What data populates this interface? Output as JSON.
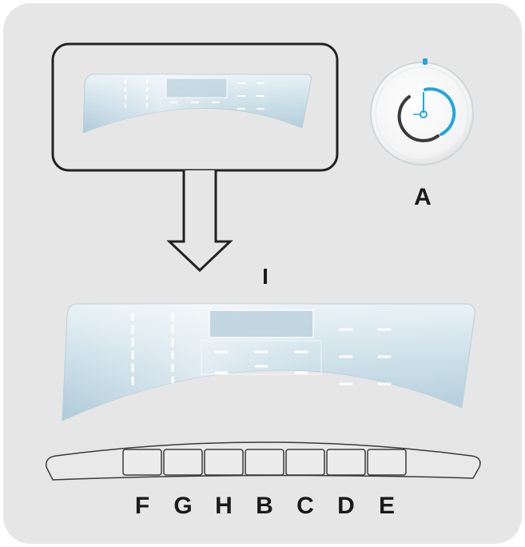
{
  "labels": {
    "knob": "A",
    "display": "I",
    "buttons": [
      "F",
      "G",
      "H",
      "B",
      "C",
      "D",
      "E"
    ]
  },
  "icons": {
    "knob": "power-dial-icon"
  },
  "colors": {
    "panel_background": "#e6e6e6",
    "outline": "#222222",
    "glass_light": "#eef5f8",
    "glass_mid": "#c9dde7",
    "glass_dark": "#a9c7d5",
    "segment": "#ffffff",
    "knob_accent": "#1ea7e1",
    "knob_dark": "#3a3a3a",
    "label_text": "#1a1a1a"
  }
}
